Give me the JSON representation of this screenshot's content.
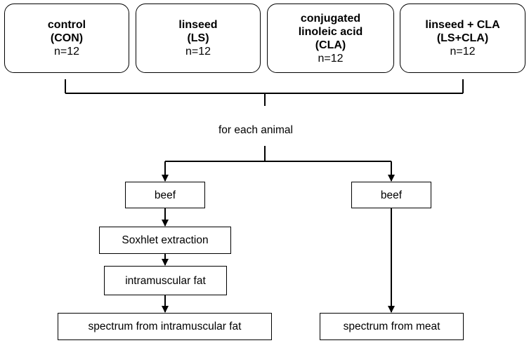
{
  "groups": [
    {
      "name": "control\n(CON)",
      "n": "n=12"
    },
    {
      "name": "linseed\n(LS)",
      "n": "n=12"
    },
    {
      "name": "conjugated\nlinoleic acid\n(CLA)",
      "n": "n=12"
    },
    {
      "name": "linseed + CLA\n(LS+CLA)",
      "n": "n=12"
    }
  ],
  "junction_label": "for each animal",
  "left_branch": {
    "sample": "beef",
    "method": "Soxhlet extraction",
    "product": "intramuscular fat",
    "result": "spectrum from intramuscular fat"
  },
  "right_branch": {
    "sample": "beef",
    "result": "spectrum from meat"
  }
}
